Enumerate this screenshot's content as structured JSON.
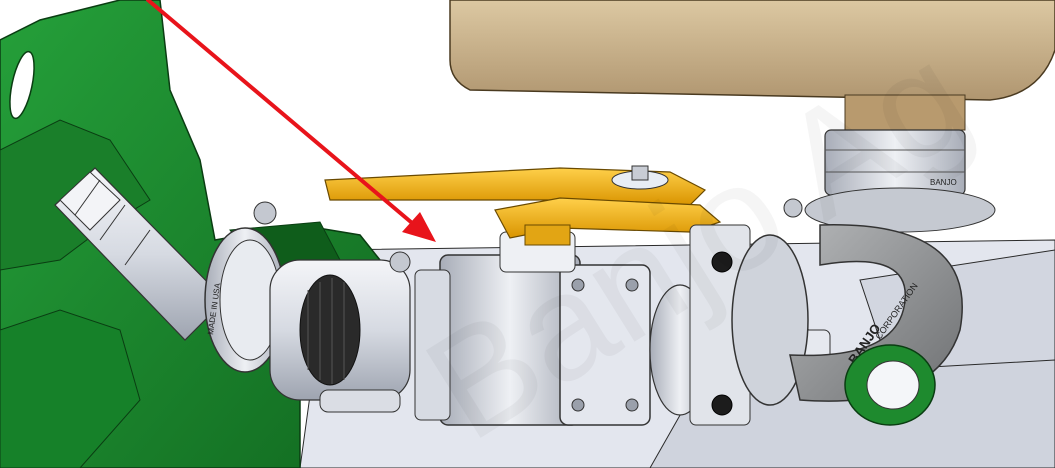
{
  "part_labels": {
    "clamp_text": "MADE IN USA",
    "elbow_text_1": "BANJO",
    "elbow_text_2": "CORPORATION",
    "fitting_text": "BANJO"
  },
  "watermark": {
    "text": "Banjo Ag"
  },
  "colors": {
    "chassis_green": "#1e8a2e",
    "chassis_green_dark": "#0f5d1b",
    "tank_tan": "#c8b189",
    "handle_yellow": "#f2b01e",
    "steel": "#d4d8e0",
    "elbow_gray": "#8d8f90",
    "pointer_red": "#e8141b"
  }
}
